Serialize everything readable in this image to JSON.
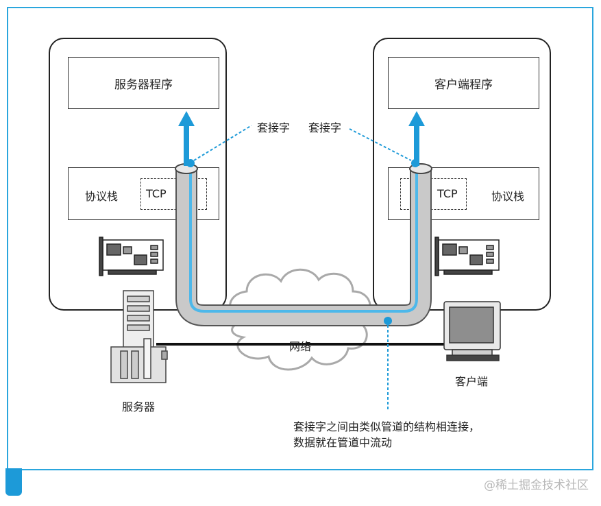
{
  "server_host": {
    "program_label": "服务器程序",
    "stack_label": "协议栈",
    "tcp_label": "TCP"
  },
  "client_host": {
    "program_label": "客户端程序",
    "stack_label": "协议栈",
    "tcp_label": "TCP"
  },
  "socket_labels": [
    "套接字",
    "套接字"
  ],
  "network_label": "网络",
  "server_device_label": "服务器",
  "client_device_label": "客户端",
  "caption_lines": [
    "套接字之间由类似管道的结构相连接，",
    "数据就在管道中流动"
  ],
  "watermark": "@稀土掘金技术社区",
  "colors": {
    "frame": "#2aa6dd",
    "pipe_outer": "#c9c9c9",
    "pipe_inner": "#4db8ea",
    "arrow": "#1d9ad8"
  }
}
